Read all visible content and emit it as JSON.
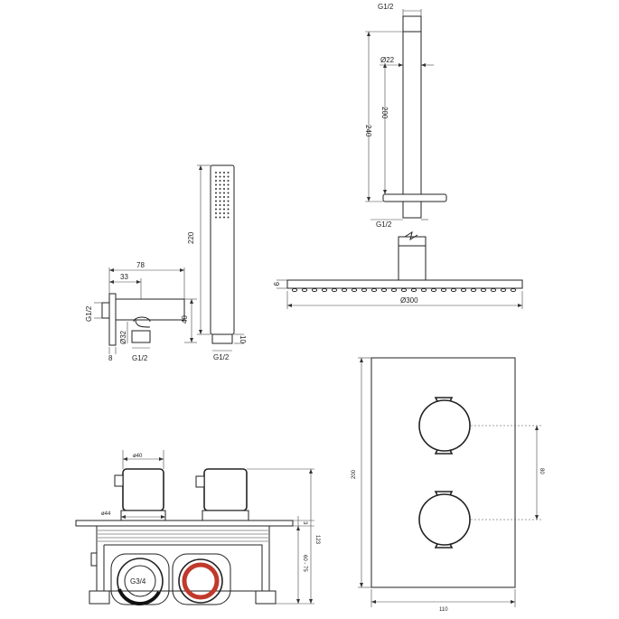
{
  "dimensions": {
    "overhead_arm": {
      "thread_top": "G1/2",
      "diameter": "Ø22",
      "length_total": "240",
      "length_arm": "200",
      "thread_bottom": "G1/2"
    },
    "shower_head": {
      "height": "9",
      "diameter": "Ø300"
    },
    "hand_shower": {
      "length": "220",
      "tip": "10",
      "thread": "G1/2"
    },
    "wall_outlet": {
      "width_total": "78",
      "width_front": "33",
      "height": "40",
      "thread_side": "G1/2",
      "diameter": "Ø32",
      "plate": "8",
      "thread_bottom": "G1/2"
    },
    "valve_body": {
      "knob_diameter": "ø40",
      "cover_diameter": "ø44",
      "depth_front": "3",
      "depth_total": "123",
      "depth_box": "60 - 75",
      "connection": "G3/4"
    },
    "trim_plate": {
      "height": "200",
      "spacing": "80",
      "width": "110"
    }
  },
  "colors": {
    "line": "#222222",
    "accent_red": "#c0392b"
  }
}
